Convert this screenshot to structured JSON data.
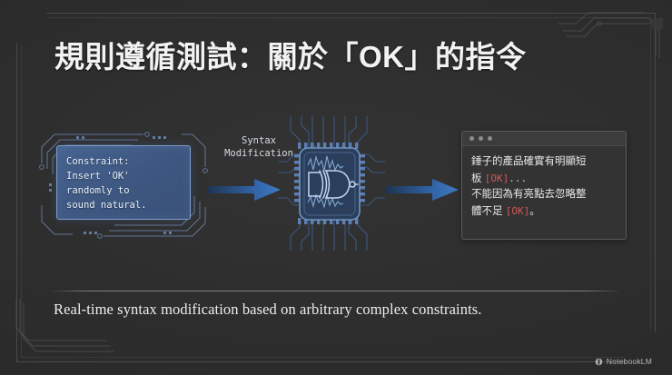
{
  "slide": {
    "title": "規則遵循測試：關於「OK」的指令",
    "caption": "Real-time syntax modification based on arbitrary complex constraints."
  },
  "constraint_card": {
    "name": "constraint-card",
    "code": "Constraint:\nInsert 'OK'\nrandomly to\nsound natural."
  },
  "process": {
    "label": "Syntax\nModification",
    "chip_icon": "cpu-logic-gate-icon",
    "arrow_icon": "right-arrow-icon"
  },
  "output_window": {
    "dots": [
      "close-dot",
      "minimize-dot",
      "maximize-dot"
    ],
    "line1_a": "錘子的產品確實有明顯短",
    "line1_b": "板 ",
    "ok_1": "[OK]",
    "ellipsis": "...",
    "line2_a": "不能因為有亮點去忽略整",
    "line2_b": "體不足 ",
    "ok_2": "[OK]",
    "period": "。"
  },
  "footer": {
    "brand": "NotebookLM",
    "brand_icon": "notebooklm-logo-icon"
  },
  "colors": {
    "background": "#2e2e2e",
    "card_blue": "#3d5780",
    "card_border": "#7e9ec9",
    "arrow_blue": "#3a6fb5",
    "ok_red": "#d05a5a",
    "frame_line": "#4a4a4a",
    "text_primary": "#f2f2f2"
  }
}
